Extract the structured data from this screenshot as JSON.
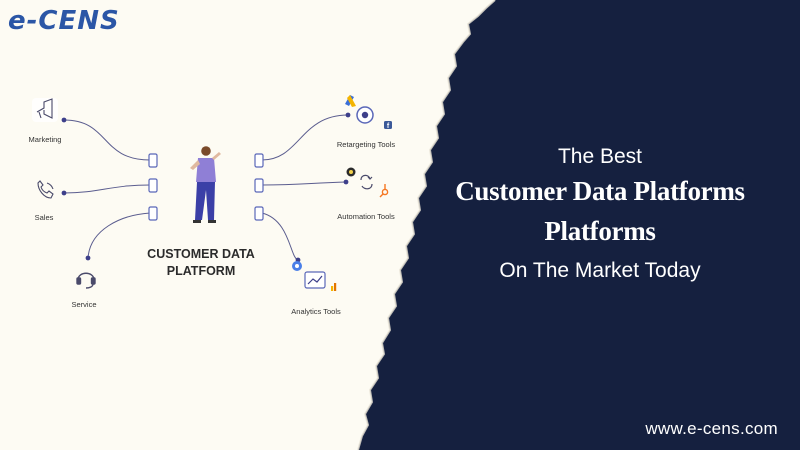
{
  "logo": {
    "text": "e-CENS",
    "icon": "e-cens-logo"
  },
  "diagram": {
    "center_label_line1": "CUSTOMER DATA",
    "center_label_line2": "PLATFORM",
    "nodes": {
      "marketing": "Marketing",
      "sales": "Sales",
      "service": "Service",
      "retargeting": "Retargeting Tools",
      "automation": "Automation Tools",
      "analytics": "Analytics Tools"
    }
  },
  "headline": {
    "line_top": "The Best",
    "line_main_1": "Customer Data Platforms",
    "line_main_2": "Platforms",
    "line_bottom": "On The Market Today"
  },
  "website": "www.e-cens.com",
  "colors": {
    "navy": "#15203f",
    "cream": "#fdfbf3",
    "brand_blue": "#2b56a6",
    "connector": "#3d3f8a"
  }
}
